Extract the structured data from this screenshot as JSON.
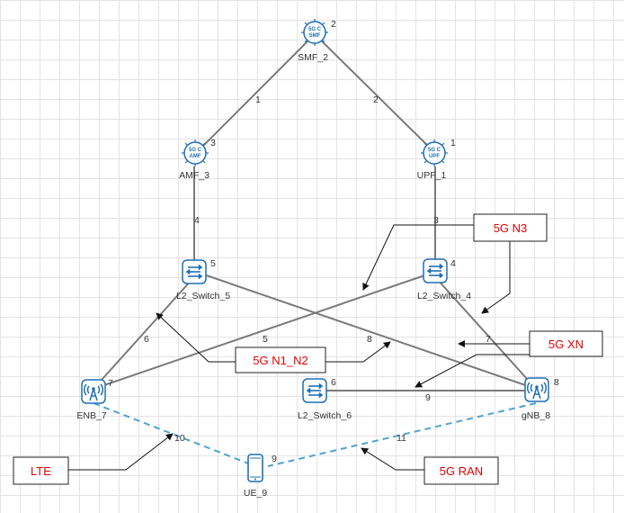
{
  "nodes": {
    "smf": {
      "label": "SMF_2",
      "id": "2",
      "line1": "5G C",
      "line2": "SMF"
    },
    "amf": {
      "label": "AMF_3",
      "id": "3",
      "line1": "5G C",
      "line2": "AMF"
    },
    "upf": {
      "label": "UPF_1",
      "id": "1",
      "line1": "5G C",
      "line2": "UPF"
    },
    "sw5": {
      "label": "L2_Switch_5",
      "id": "5"
    },
    "sw4": {
      "label": "L2_Switch_4",
      "id": "4"
    },
    "sw6": {
      "label": "L2_Switch_6",
      "id": "6"
    },
    "enb": {
      "label": "ENB_7",
      "id": "7"
    },
    "gnb": {
      "label": "gNB_8",
      "id": "8"
    },
    "ue": {
      "label": "UE_9",
      "id": "9"
    }
  },
  "links": {
    "l1": "1",
    "l2": "2",
    "l3": "3",
    "l4": "4",
    "l5": "5",
    "l6": "6",
    "l7": "7",
    "l8": "8",
    "l9": "9",
    "l10": "10",
    "l11": "11"
  },
  "callouts": {
    "n3": "5G N3",
    "xn": "5G XN",
    "n1n2": "5G N1_N2",
    "lte": "LTE",
    "ran": "5G RAN"
  },
  "colors": {
    "wired": "#7a7a7a",
    "wireless": "#4fa3cf",
    "callout_text": "#e60000",
    "icon": "#1f6fb5"
  }
}
